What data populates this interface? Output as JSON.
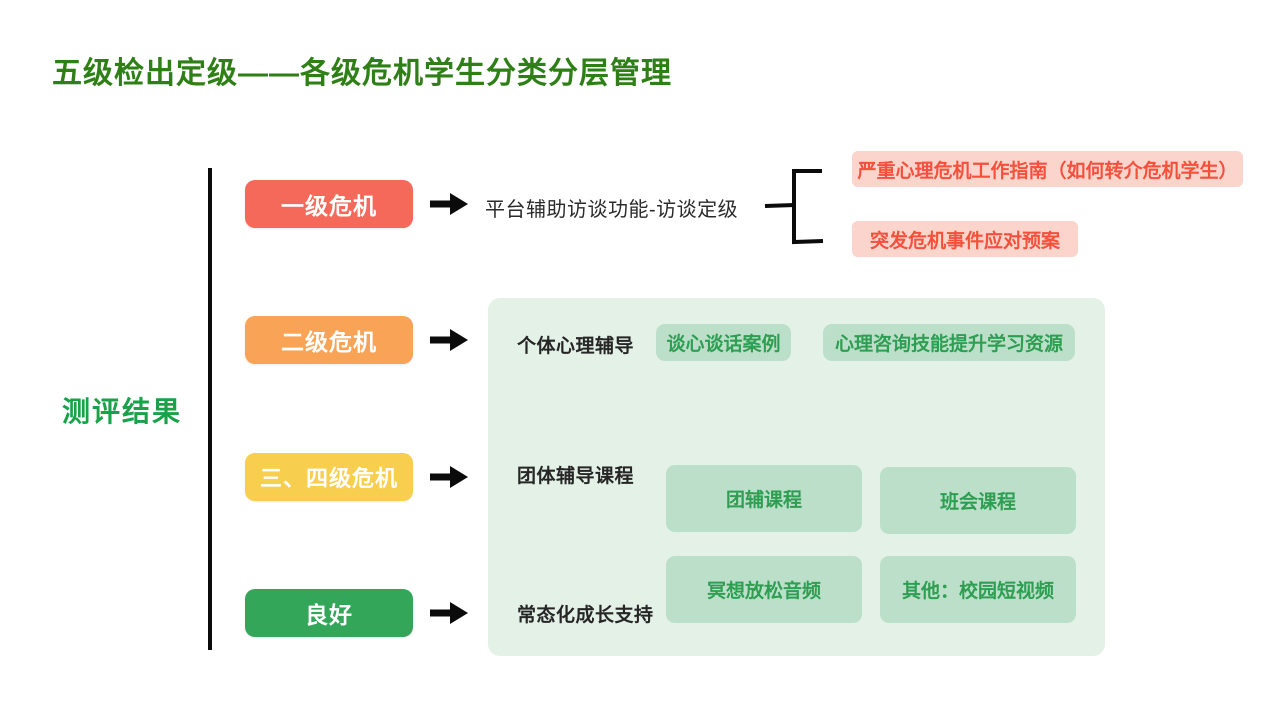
{
  "slide": {
    "title": "五级检出定级——各级危机学生分类分层管理"
  },
  "axis": {
    "label": "测评结果"
  },
  "levels": [
    {
      "label": "一级危机",
      "color": "#F5695B"
    },
    {
      "label": "二级危机",
      "color": "#F8A355"
    },
    {
      "label": "三、四级危机",
      "color": "#F8CE4F"
    },
    {
      "label": "良好",
      "color": "#34A659"
    }
  ],
  "level1_flow": {
    "process": "平台辅助访谈功能-访谈定级",
    "documents": [
      {
        "label": "严重心理危机工作指南（如何转介危机学生）"
      },
      {
        "label": "突发危机事件应对预案"
      }
    ]
  },
  "resource_panel": {
    "rows": [
      {
        "label": "个体心理辅导",
        "chips": [
          {
            "label": "谈心谈话案例"
          },
          {
            "label": "心理咨询技能提升学习资源"
          }
        ]
      },
      {
        "label": "团体辅导课程",
        "chips": [
          {
            "label": "团辅课程"
          },
          {
            "label": "班会课程"
          }
        ]
      },
      {
        "label": "常态化成长支持",
        "chips": [
          {
            "label": "冥想放松音频"
          },
          {
            "label": "其他：校园短视频"
          }
        ]
      }
    ]
  },
  "colors": {
    "title_green": "#2E8016",
    "axis_green": "#19A24A",
    "level1_red": "#F5695B",
    "level2_orange": "#F8A355",
    "level34_yellow": "#F8CE4F",
    "good_green": "#34A659",
    "panel_bg": "#E3F1E7",
    "chip_bg": "#BCDFC9",
    "chip_text": "#2E9E53",
    "doc_bg": "#FBD4CB",
    "doc_text": "#F4503C",
    "line_black": "#0B0B0B"
  }
}
